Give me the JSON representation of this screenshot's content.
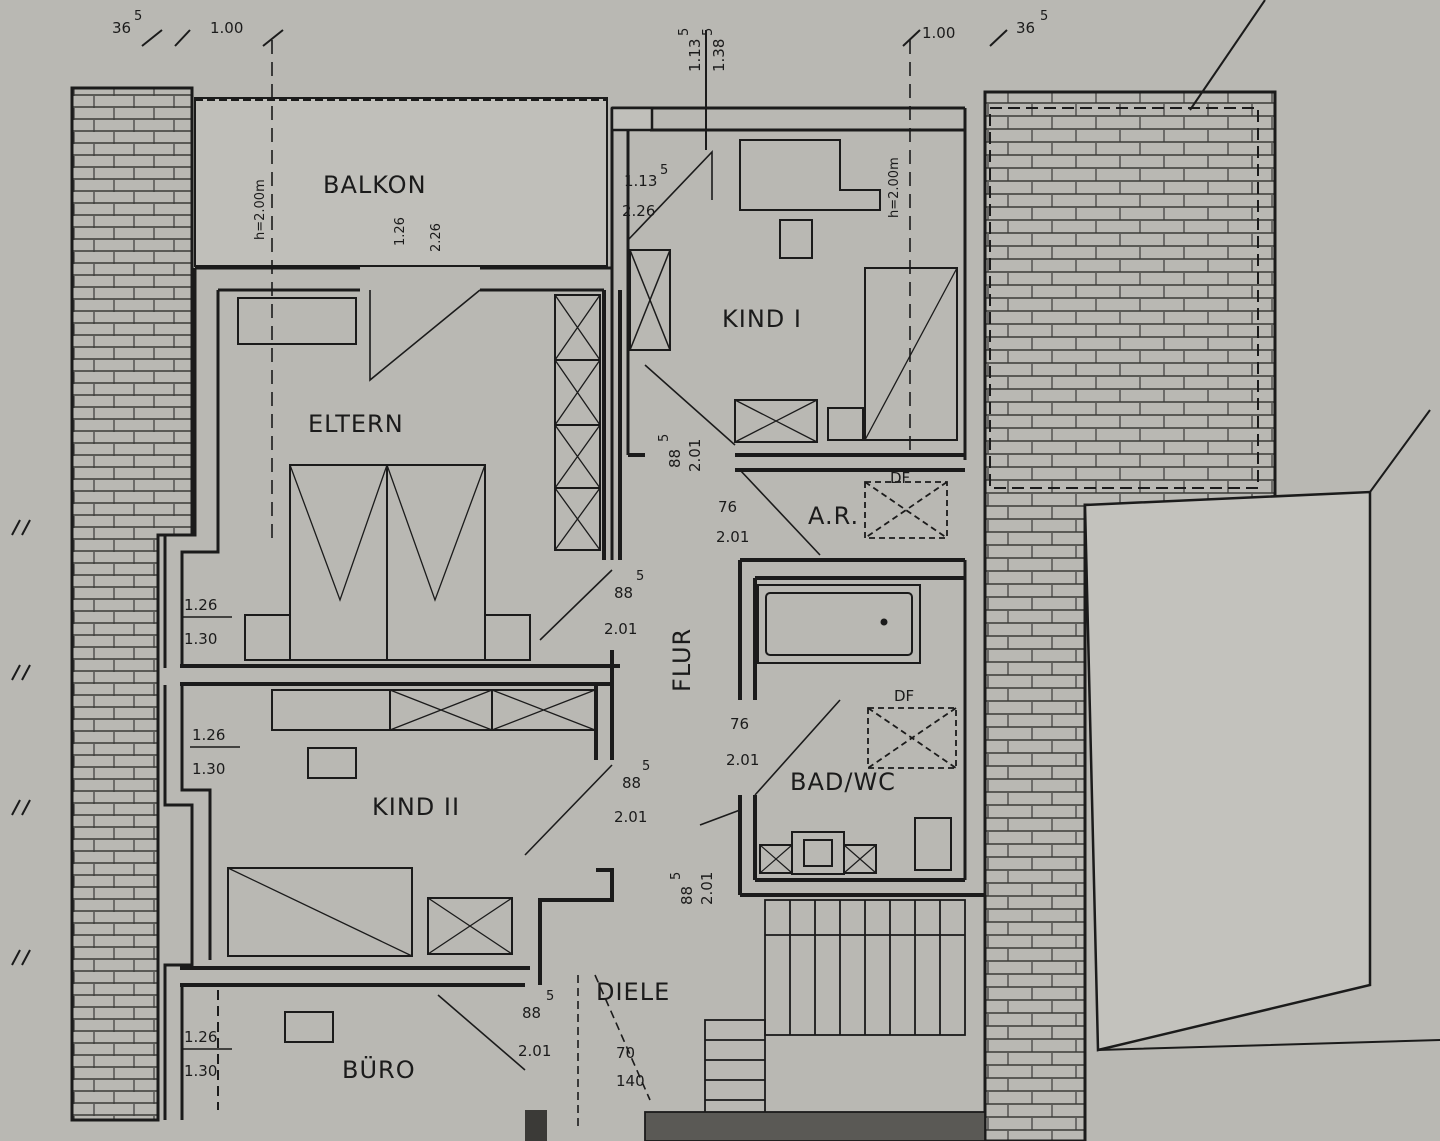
{
  "rooms": {
    "balkon": "BALKON",
    "eltern": "ELTERN",
    "kind1": "KIND I",
    "kind2": "KIND II",
    "flur": "FLUR",
    "ar": "A.R.",
    "bad": "BAD/WC",
    "buero": "BÜRO",
    "diele": "DIELE"
  },
  "top_dims": {
    "left_365": "36",
    "left_365_sup": "5",
    "left_100": "1.00",
    "right_100": "1.00",
    "right_365": "36",
    "right_365_sup": "5",
    "center_113": "1.13",
    "center_113_sup": "5",
    "center_138": "1.38",
    "center_138_sup": "5"
  },
  "heights": {
    "balkon_h": "h=2.00m",
    "kind1_h": "h=2.00m"
  },
  "door_dims": {
    "balkon_door_w": "1.26",
    "balkon_door_h": "2.26",
    "corner_w": "1.13",
    "corner_w_sup": "5",
    "corner_h": "2.26",
    "kind1_door_w": "88",
    "kind1_door_w_sup": "5",
    "kind1_door_h": "2.01",
    "ar_door_w": "76",
    "ar_door_h": "2.01",
    "eltern_door_w": "88",
    "eltern_door_w_sup": "5",
    "eltern_door_h": "2.01",
    "bad_door_w": "76",
    "bad_door_h": "2.01",
    "kind2_door_w": "88",
    "kind2_door_w_sup": "5",
    "kind2_door_h": "2.01",
    "stair_door_w": "88",
    "stair_door_w_sup": "5",
    "stair_door_h": "2.01",
    "buero_door_w": "88",
    "buero_door_w_sup": "5",
    "buero_door_h": "2.01",
    "diele_door_w": "70",
    "diele_door_h": "140"
  },
  "window_dims": {
    "eltern_w": "1.26",
    "eltern_h": "1.30",
    "kind2_w": "1.26",
    "kind2_h": "1.30",
    "buero_w": "1.26",
    "buero_h": "1.30"
  },
  "symbols": {
    "ar_de": "DF",
    "bad_de": "DF"
  },
  "colors": {
    "paper": "#b9b8b3",
    "ink": "#1b1b1b"
  }
}
